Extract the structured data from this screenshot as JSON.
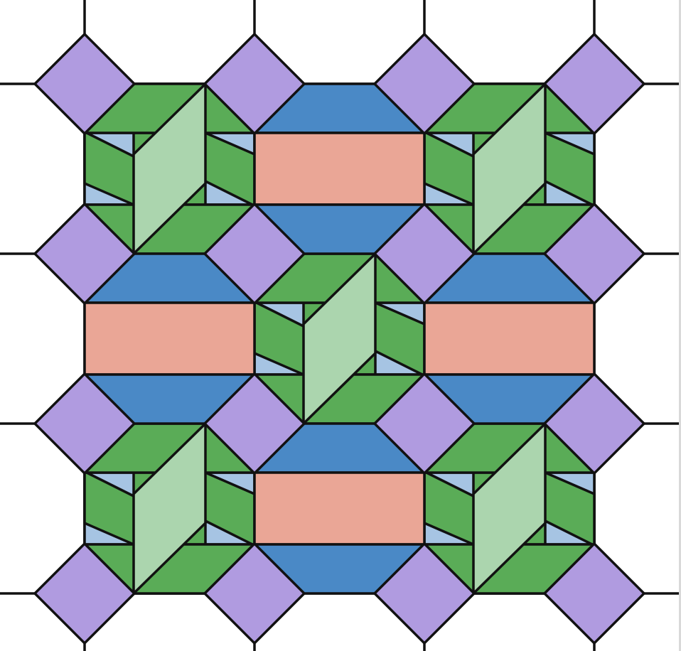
{
  "palette": {
    "outline": "#111111",
    "background": "#ffffff",
    "dark_green": "#5aac57",
    "light_green": "#abd5ae",
    "light_blue": "#a6c4e3",
    "medium_blue": "#4a89c6",
    "salmon": "#eaa696",
    "lavender": "#b09be0"
  },
  "tiling": {
    "grid_columns": 4,
    "grid_rows": 4,
    "cube_cells": [
      [
        0,
        0
      ],
      [
        2,
        0
      ],
      [
        1,
        1
      ],
      [
        0,
        2
      ],
      [
        2,
        2
      ]
    ],
    "band_cells": [
      [
        1,
        0
      ],
      [
        0,
        1
      ],
      [
        2,
        1
      ],
      [
        1,
        2
      ]
    ],
    "square_count": 16
  }
}
